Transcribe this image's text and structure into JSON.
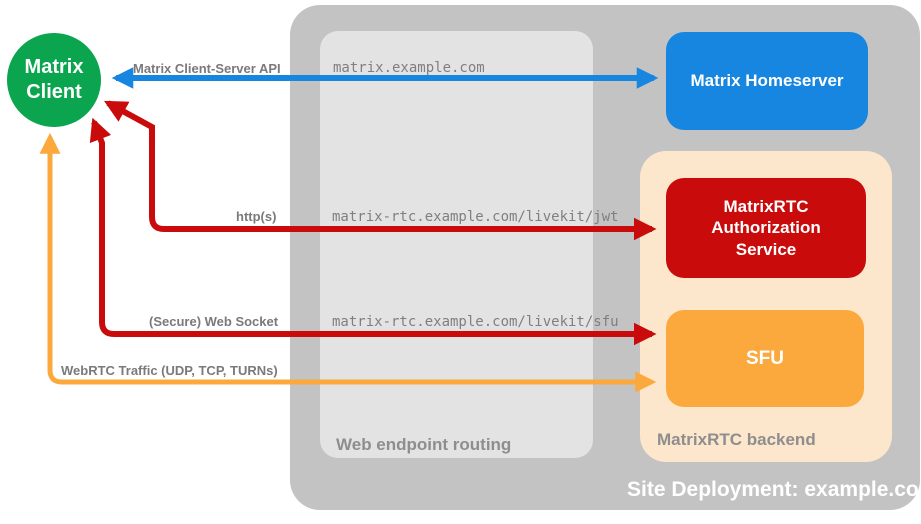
{
  "client": {
    "line1": "Matrix",
    "line2": "Client"
  },
  "nodes": {
    "homeserver": {
      "label": "Matrix Homeserver",
      "color": "#1786e0"
    },
    "auth_service": {
      "label": "MatrixRTC Authorization Service",
      "color": "#c90b0b"
    },
    "sfu": {
      "label": "SFU",
      "color": "#fba93c"
    }
  },
  "containers": {
    "routing": {
      "label": "Web endpoint routing",
      "color": "#e3e3e3"
    },
    "backend": {
      "label": "MatrixRTC backend",
      "color": "#fce6cc"
    },
    "deployment": {
      "label": "Site Deployment: example.com",
      "color": "#c3c3c3"
    }
  },
  "endpoints": {
    "homeserver_url": "matrix.example.com",
    "jwt_url": "matrix-rtc.example.com/livekit/jwt",
    "sfu_url": "matrix-rtc.example.com/livekit/sfu"
  },
  "connections": [
    {
      "label": "Matrix Client-Server API",
      "from": "Matrix Client",
      "to": "Matrix Homeserver",
      "color": "#1786e0",
      "bidirectional": true
    },
    {
      "label": "http(s)",
      "from": "Matrix Client",
      "to": "MatrixRTC Authorization Service",
      "color": "#c90b0b",
      "bidirectional": true
    },
    {
      "label": "(Secure) Web Socket",
      "from": "Matrix Client",
      "to": "SFU",
      "color": "#c90b0b",
      "bidirectional": true
    },
    {
      "label": "WebRTC Traffic (UDP, TCP, TURNs)",
      "from": "Matrix Client",
      "to": "SFU",
      "color": "#fba93c",
      "bidirectional": true
    }
  ],
  "colors": {
    "client_green": "#0aa54e",
    "outer_gray": "#c3c3c3",
    "inner_gray": "#e3e3e3",
    "peach": "#fce6cc",
    "label_gray": "#7a7a7a"
  }
}
